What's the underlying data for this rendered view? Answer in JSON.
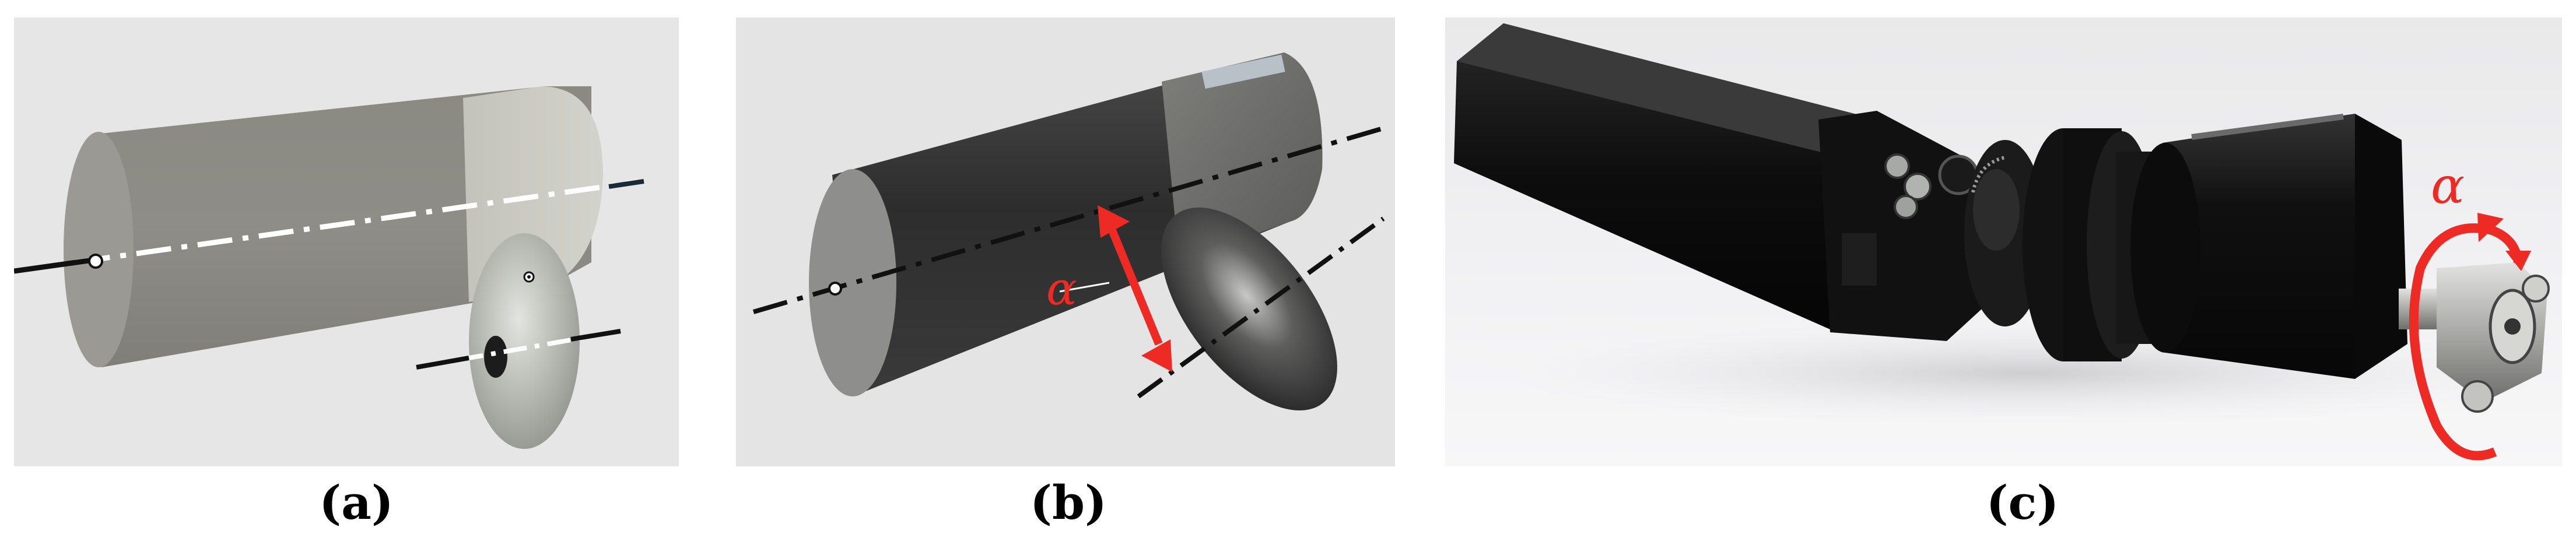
{
  "panels": [
    {
      "id": "a",
      "caption": "(a)"
    },
    {
      "id": "b",
      "caption": "(b)",
      "angle_label": "α"
    },
    {
      "id": "c",
      "caption": "(c)",
      "angle_label": "α"
    }
  ],
  "colors": {
    "axis_line": "#111111",
    "angle_arrow": "#ee2a24",
    "cylinder_light": "#8f8d86",
    "cylinder_dark": "#2b2b2b",
    "wheel_silver": "#b9bcb5"
  }
}
